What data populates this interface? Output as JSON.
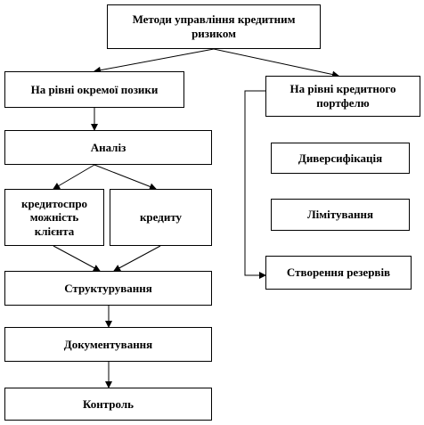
{
  "diagram": {
    "root": "Методи управління кредитним ризиком",
    "loan_level": "На рівні окремої позики",
    "analysis": "Аналіз",
    "creditworthiness": "кредитоспро можність клієнта",
    "credit": "кредиту",
    "structuring": "Структурування",
    "documenting": "Документування",
    "control": "Контроль",
    "portfolio_level": "На рівні кредитного портфелю",
    "diversification": "Диверсифікація",
    "limiting": "Лімітування",
    "reserves": "Створення резервів"
  }
}
